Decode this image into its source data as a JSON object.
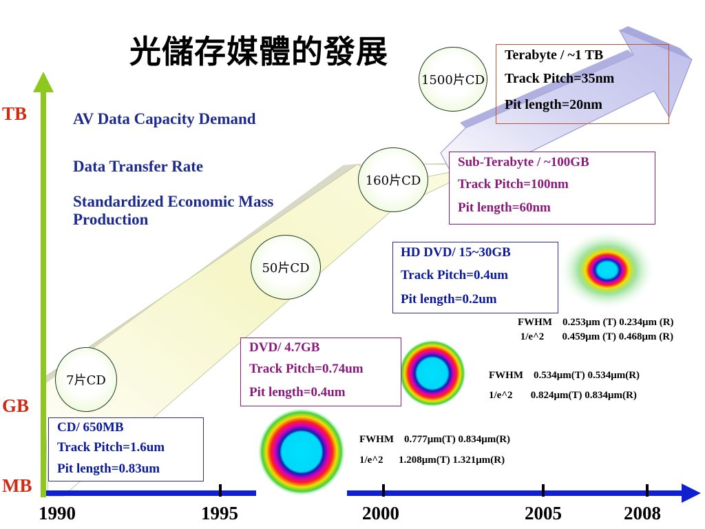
{
  "title": "光儲存媒體的發展",
  "axis": {
    "tb": "TB",
    "gb": "GB",
    "mb": "MB"
  },
  "years": [
    "1990",
    "1995",
    "2000",
    "2005",
    "2008"
  ],
  "demands": [
    "AV Data Capacity Demand",
    "Data Transfer Rate",
    "Standardized Economic Mass",
    "Production"
  ],
  "circles": [
    "7片CD",
    "50片CD",
    "160片CD",
    "1500片CD"
  ],
  "boxes": {
    "cd": [
      "CD/ 650MB",
      "Track Pitch=1.6um",
      "Pit length=0.83um"
    ],
    "dvd": [
      "DVD/ 4.7GB",
      "Track Pitch=0.74um",
      "Pit length=0.4um"
    ],
    "hddvd": [
      "HD DVD/ 15~30GB",
      "Track Pitch=0.4um",
      "Pit length=0.2um"
    ],
    "subtb": [
      "Sub-Terabyte / ~100GB",
      "Track Pitch=100nm",
      "Pit length=60nm"
    ],
    "tb": [
      "Terabyte / ~1 TB",
      "Track Pitch=35nm",
      "Pit length=20nm"
    ]
  },
  "measurements": {
    "cd": [
      "FWHM    0.777μm(T) 0.834μm(R)",
      "1/e^2      1.208μm(T) 1.321μm(R)"
    ],
    "dvd": [
      "FWHM    0.534μm(T) 0.534μm(R)",
      "1/e^2       0.824μm(T) 0.834μm(R)"
    ],
    "hddvd": [
      "FWHM    0.253μm (T) 0.234μm (R)",
      " 1/e^2       0.459μm (T) 0.468μm (R)"
    ]
  },
  "colors": {
    "vertical_axis": "#8cc820",
    "horizontal_axis": "#1020d0",
    "axis_label": "#d12a12",
    "demand_text": "#1c2a8c",
    "big_arrow_fill": "#fafac8",
    "top_arrow_fill": "#c8c8ee"
  }
}
